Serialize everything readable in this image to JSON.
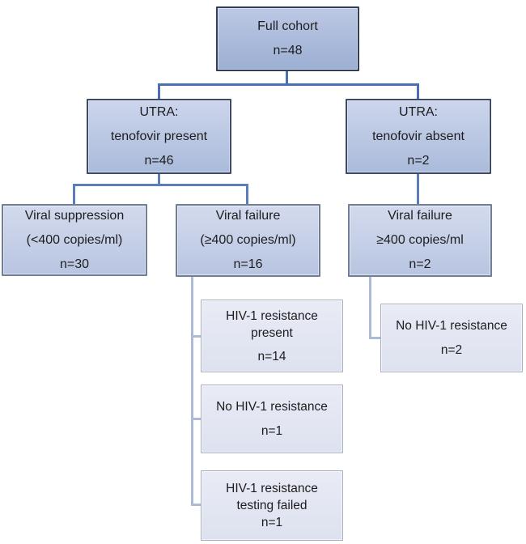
{
  "figure": {
    "type": "flowchart",
    "background": "#ffffff",
    "colors": {
      "connector_main": "#4a70b4",
      "connector_branch": "#5b7cbd",
      "connector_elbow": "#adbbd9",
      "box_border_dark": "#333f55",
      "box_border_gray": "#707e96",
      "box_fill_level1": "#9cafd3",
      "box_fill_level2": "#aabbdb",
      "box_fill_level3": "#b8c5e1",
      "box_fill_level4": "#e9ebf5",
      "text": "#1d1d1f"
    },
    "boxes": {
      "full_cohort": {
        "lines": [
          "Full cohort",
          "n=48"
        ]
      },
      "tenofovir_present": {
        "lines": [
          "UTRA:",
          "tenofovir present",
          "n=46"
        ]
      },
      "tenofovir_absent": {
        "lines": [
          "UTRA:",
          "tenofovir absent",
          "n=2"
        ]
      },
      "viral_suppression": {
        "lines": [
          "Viral suppression",
          "(<400 copies/ml)",
          "n=30"
        ]
      },
      "viral_failure_present": {
        "lines": [
          "Viral failure",
          "(≥400 copies/ml)",
          "n=16"
        ]
      },
      "viral_failure_absent": {
        "lines": [
          "Viral failure",
          "≥400 copies/ml",
          "n=2"
        ]
      },
      "resistance_present": {
        "lines": [
          "HIV-1 resistance",
          "present",
          "n=14"
        ]
      },
      "no_resistance_mid": {
        "lines": [
          "No HIV-1 resistance",
          "n=1"
        ]
      },
      "testing_failed": {
        "lines": [
          "HIV-1 resistance",
          "testing failed",
          "n=1"
        ]
      },
      "no_resistance_right": {
        "lines": [
          "No HIV-1 resistance",
          "n=2"
        ]
      }
    }
  }
}
